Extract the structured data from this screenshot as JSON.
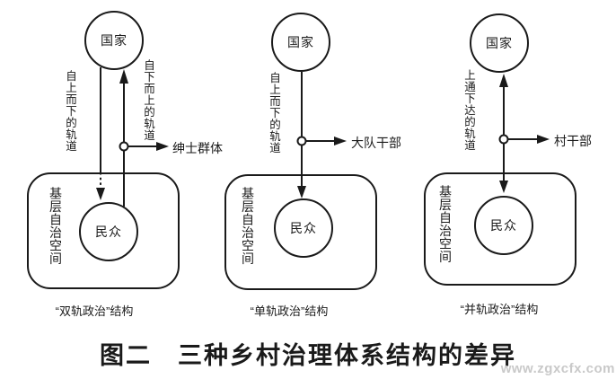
{
  "figure_title": "图二　三种乡村治理体系结构的差异",
  "watermark": "www.zgxcfx.com",
  "colors": {
    "ink": "#1a1a1a",
    "background": "#ffffff",
    "watermark": "#c9c9c9"
  },
  "diagrams": [
    {
      "caption": "“双轨政治”结构",
      "state_label": "国家",
      "masses_label": "民众",
      "space_label": "基层自治空间",
      "track_down_label": "自上而下的轨道",
      "track_up_label": "自下而上的轨道",
      "intermediary_label": "绅士群体"
    },
    {
      "caption": "“单轨政治”结构",
      "state_label": "国家",
      "masses_label": "民众",
      "space_label": "基层自治空间",
      "track_label": "自上而下的轨道",
      "intermediary_label": "大队干部"
    },
    {
      "caption": "“并轨政治”结构",
      "state_label": "国家",
      "masses_label": "民众",
      "space_label": "基层自治空间",
      "track_label": "上通下达的轨道",
      "intermediary_label": "村干部"
    }
  ]
}
